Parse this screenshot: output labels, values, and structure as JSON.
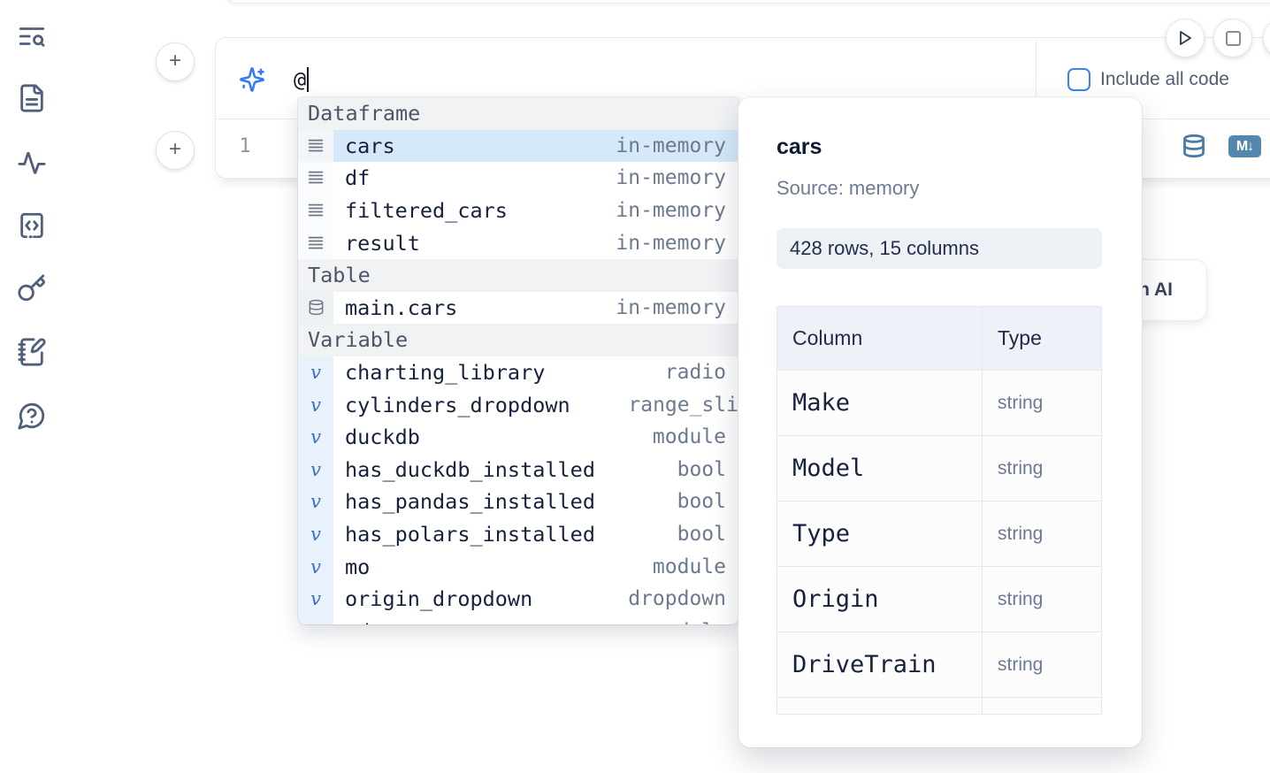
{
  "sidebar": {
    "icons": [
      "text-search",
      "file-text",
      "activity",
      "code-snippet",
      "key",
      "notebook-pen",
      "help-chat"
    ]
  },
  "cell": {
    "add_cell_label": "+",
    "ai_input_value": "@",
    "include_all_code_label": "Include all code",
    "line_number": "1",
    "markdown_badge": "M↓"
  },
  "autocomplete": {
    "sections": [
      {
        "label": "Dataframe"
      },
      {
        "label": "Table"
      },
      {
        "label": "Variable"
      }
    ],
    "dataframe_items": [
      {
        "name": "cars",
        "detail": "in-memory",
        "selected": true
      },
      {
        "name": "df",
        "detail": "in-memory"
      },
      {
        "name": "filtered_cars",
        "detail": "in-memory"
      },
      {
        "name": "result",
        "detail": "in-memory"
      }
    ],
    "table_items": [
      {
        "name": "main.cars",
        "detail": "in-memory"
      }
    ],
    "variable_items": [
      {
        "name": "charting_library",
        "detail": "radio"
      },
      {
        "name": "cylinders_dropdown",
        "detail": "range_sli"
      },
      {
        "name": "duckdb",
        "detail": "module"
      },
      {
        "name": "has_duckdb_installed",
        "detail": "bool"
      },
      {
        "name": "has_pandas_installed",
        "detail": "bool"
      },
      {
        "name": "has_polars_installed",
        "detail": "bool"
      },
      {
        "name": "mo",
        "detail": "module"
      },
      {
        "name": "origin_dropdown",
        "detail": "dropdown"
      },
      {
        "name": "pd",
        "detail": "module"
      }
    ],
    "variable_icon_glyph": "v"
  },
  "preview": {
    "title": "cars",
    "source": "Source: memory",
    "shape": "428 rows, 15 columns",
    "table": {
      "col_header": "Column",
      "type_header": "Type",
      "rows": [
        {
          "column": "Make",
          "type": "string"
        },
        {
          "column": "Model",
          "type": "string"
        },
        {
          "column": "Type",
          "type": "string"
        },
        {
          "column": "Origin",
          "type": "string"
        },
        {
          "column": "DriveTrain",
          "type": "string"
        }
      ]
    }
  },
  "ai_button": {
    "label": "with AI"
  },
  "colors": {
    "accent": "#3b82f6",
    "cell_icon_blue": "#5487ad",
    "selection": "#d6e9fb"
  }
}
